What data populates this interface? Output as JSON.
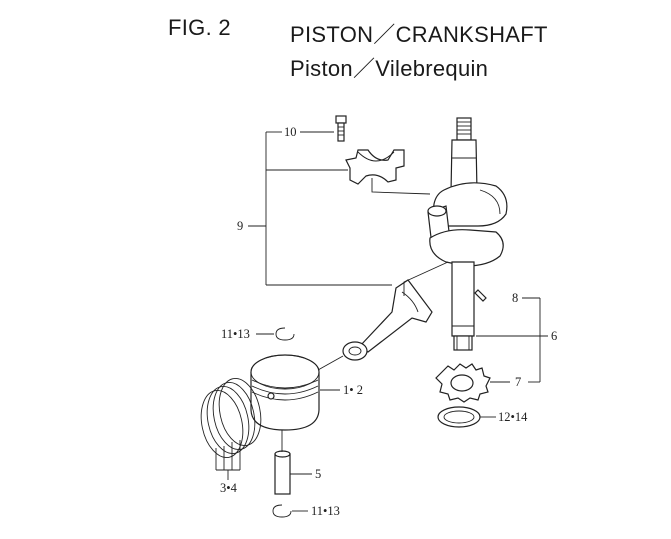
{
  "header": {
    "fig_label": "FIG.  2",
    "title_en": "PISTON／CRANKSHAFT",
    "title_fr": "Piston／Vilebrequin"
  },
  "callouts": {
    "c10": "10",
    "c9": "9",
    "c8": "8",
    "c6": "6",
    "c7": "7",
    "c11_13_top": "11•13",
    "c1_2": "1• 2",
    "c12_14": "12•14",
    "c5": "5",
    "c3_4": "3•4",
    "c11_13_bottom": "11•13"
  },
  "colors": {
    "ink": "#222222",
    "background": "#ffffff"
  }
}
